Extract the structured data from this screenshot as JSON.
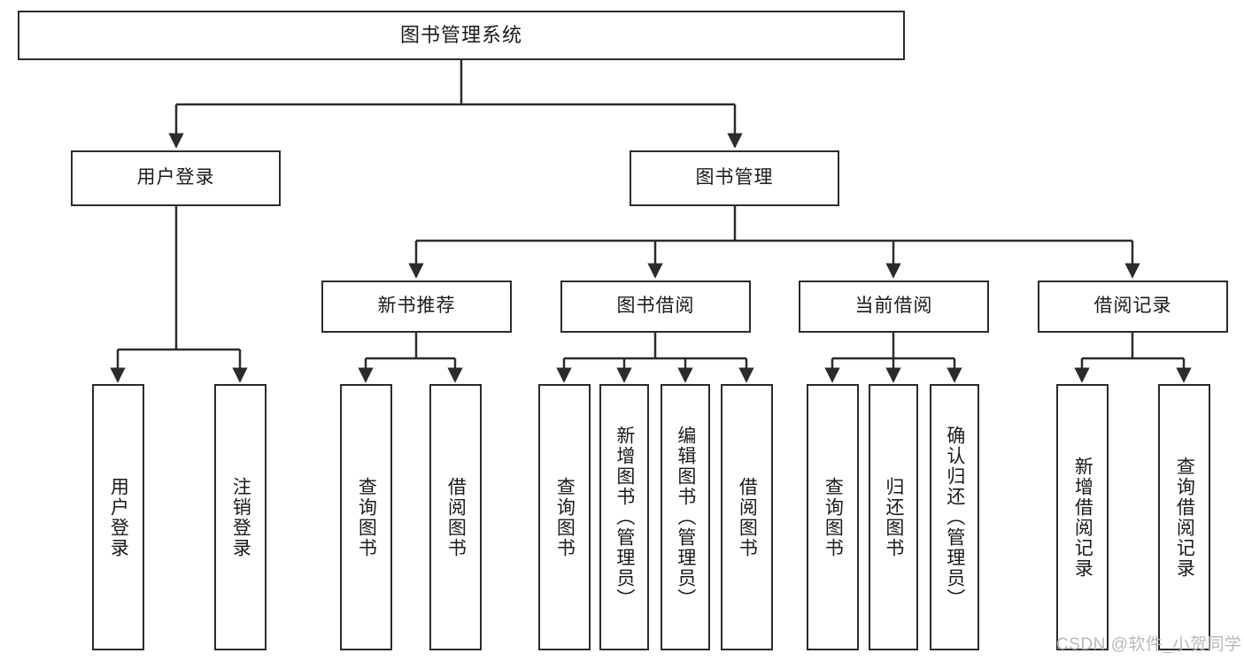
{
  "diagram": {
    "title": "图书管理系统",
    "type": "tree",
    "style": {
      "box_border": "#2b2b2b",
      "box_fill": "#ffffff",
      "line_color": "#2b2b2b",
      "text_color": "#1a1a1a",
      "background": "#ffffff",
      "watermark_color": "#b9b9b9"
    },
    "root": {
      "id": "root",
      "label": "图书管理系统"
    },
    "level2": [
      {
        "id": "user-login",
        "label": "用户登录"
      },
      {
        "id": "book-manage",
        "label": "图书管理"
      }
    ],
    "level3": [
      {
        "id": "new-book-recommend",
        "label": "新书推荐",
        "parent": "book-manage"
      },
      {
        "id": "book-borrow",
        "label": "图书借阅",
        "parent": "book-manage"
      },
      {
        "id": "current-borrow",
        "label": "当前借阅",
        "parent": "book-manage"
      },
      {
        "id": "borrow-record",
        "label": "借阅记录",
        "parent": "book-manage"
      }
    ],
    "leaves": [
      {
        "id": "leaf-user-login",
        "label": "用户登录",
        "parent": "user-login"
      },
      {
        "id": "leaf-user-logout",
        "label": "注销登录",
        "parent": "user-login"
      },
      {
        "id": "leaf-query-book-1",
        "label": "查询图书",
        "parent": "new-book-recommend"
      },
      {
        "id": "leaf-borrow-book-1",
        "label": "借阅图书",
        "parent": "new-book-recommend"
      },
      {
        "id": "leaf-query-book-2",
        "label": "查询图书",
        "parent": "book-borrow"
      },
      {
        "id": "leaf-add-book",
        "label": "新增图书（管理员）",
        "parent": "book-borrow"
      },
      {
        "id": "leaf-edit-book",
        "label": "编辑图书（管理员）",
        "parent": "book-borrow"
      },
      {
        "id": "leaf-borrow-book-2",
        "label": "借阅图书",
        "parent": "book-borrow"
      },
      {
        "id": "leaf-query-book-3",
        "label": "查询图书",
        "parent": "current-borrow"
      },
      {
        "id": "leaf-return-book",
        "label": "归还图书",
        "parent": "current-borrow"
      },
      {
        "id": "leaf-confirm-return",
        "label": "确认归还（管理员）",
        "parent": "current-borrow"
      },
      {
        "id": "leaf-add-record",
        "label": "新增借阅记录",
        "parent": "borrow-record"
      },
      {
        "id": "leaf-query-record",
        "label": "查询借阅记录",
        "parent": "borrow-record"
      }
    ]
  },
  "watermark": {
    "text": "CSDN @软件_小贺同学"
  }
}
